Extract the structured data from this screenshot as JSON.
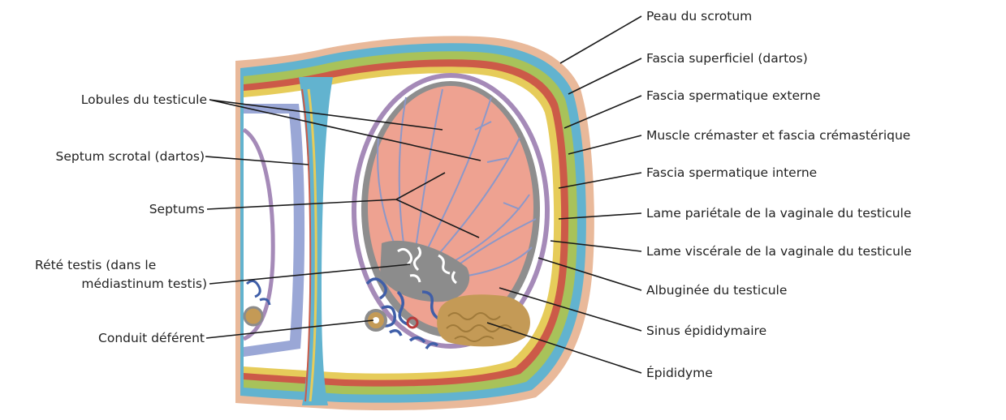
{
  "colors": {
    "skin": "#e9b99a",
    "dartos": "#62b3cf",
    "fascia_external": "#e6cc5a",
    "fascia_external_alt": "#a8c25a",
    "cremaster": "#cc5a48",
    "parietal_vaginalis": "#9aa7d6",
    "visceral_vaginalis": "#a58ab8",
    "albuginea": "#8e8e8e",
    "parenchyma": "#eea291",
    "septa": "#8c98c8",
    "rete": "#8c8c8c",
    "epididymis": "#c49a56",
    "vessels_blue": "#3f5ea8",
    "vessels_red": "#b83a3a",
    "leader": "#1a1a1a",
    "label_text": "#222222"
  },
  "labels_left": [
    "Lobules du testicule",
    "Septum scrotal (dartos)",
    "Septums",
    "Rété testis (dans le",
    "médiastinum testis)",
    "Conduit déférent"
  ],
  "labels_right": [
    "Peau du scrotum",
    "Fascia superficiel (dartos)",
    "Fascia spermatique externe",
    "Muscle crémaster et fascia crémastérique",
    "Fascia spermatique interne",
    "Lame pariétale de la vaginale du testicule",
    "Lame viscérale de la vaginale du testicule",
    "Albuginée du testicule",
    "Sinus épididymaire",
    "Épididyme"
  ]
}
